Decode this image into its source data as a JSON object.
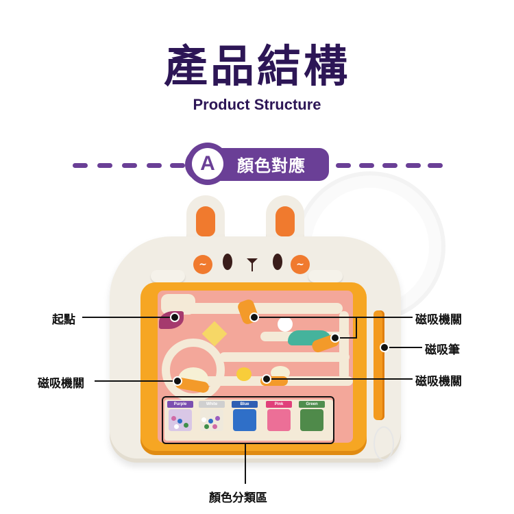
{
  "header": {
    "title_zh": "產品結構",
    "title_en": "Product Structure"
  },
  "section": {
    "letter": "A",
    "label": "顏色對應"
  },
  "callouts": {
    "start_point": "起點",
    "magnetic_switch_left": "磁吸機關",
    "magnetic_switch_top_right": "磁吸機關",
    "magnetic_pen": "磁吸筆",
    "magnetic_switch_bottom_right": "磁吸機關",
    "color_sorting_area": "顏色分類區"
  },
  "sorting_bins": [
    {
      "label": "Purple",
      "tag_color": "#7b4fb0",
      "bin_color": "#d9c7e6"
    },
    {
      "label": "White",
      "tag_color": "#cfcfcf",
      "bin_color": "#efe9dc"
    },
    {
      "label": "Blue",
      "tag_color": "#2f5fb3",
      "bin_color": "#2f6fc8"
    },
    {
      "label": "Pink",
      "tag_color": "#e0407a",
      "bin_color": "#ec6f97"
    },
    {
      "label": "Green",
      "tag_color": "#4f8e4e",
      "bin_color": "#4f8a4a"
    }
  ],
  "colors": {
    "title": "#2d1656",
    "accent_purple": "#6a3f96",
    "frame_orange": "#f6a623",
    "ear_orange": "#f07a2e"
  }
}
